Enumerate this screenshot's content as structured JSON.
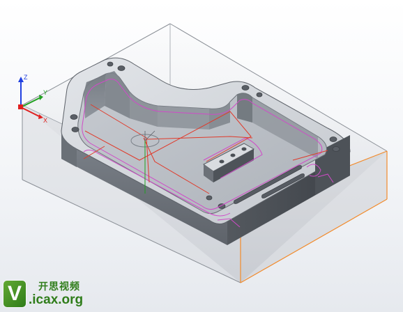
{
  "triad": {
    "x_label": "X",
    "y_label": "Y",
    "z_label": "Z"
  },
  "watermark": {
    "logo_letter": "V",
    "brand_cn": "开思视频",
    "site": ".icax.org"
  },
  "colors": {
    "part_body": "#8e949c",
    "part_top": "#d2d5da",
    "pocket_floor": "#b9bdc4",
    "toolpath_magenta": "#d04ac8",
    "toolpath_red": "#e03a2a",
    "stock_edge": "#f28a2a",
    "axis_x": "#e02020",
    "axis_y": "#20a020",
    "axis_z": "#2040e0"
  }
}
